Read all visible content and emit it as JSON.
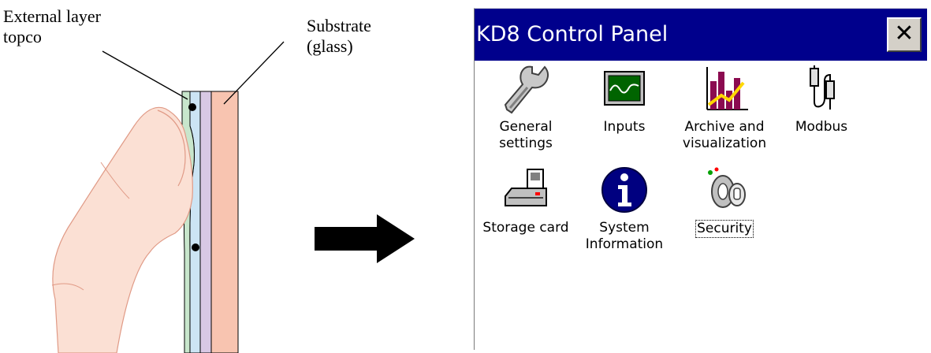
{
  "labels": {
    "external_layer": "External layer\ntopco",
    "substrate": "Substrate\n(glass)"
  },
  "panel": {
    "title": "KD8 Control Panel",
    "close_label": "✕",
    "apps": [
      {
        "label": "General\nsettings",
        "icon": "wrench-icon"
      },
      {
        "label": "Inputs",
        "icon": "monitor-icon"
      },
      {
        "label": "Archive and\nvisualization",
        "icon": "bar-chart-icon"
      },
      {
        "label": "Modbus",
        "icon": "connector-icon"
      },
      {
        "label": "Storage card",
        "icon": "card-reader-icon"
      },
      {
        "label": "System\nInformation",
        "icon": "info-icon"
      },
      {
        "label": "Security",
        "icon": "key-icon",
        "focused": true
      }
    ]
  },
  "colors": {
    "title_bar": "#00008c",
    "finger_fill": "#fbe0d4",
    "finger_stroke": "#e09a86",
    "topcoat_layer": "#c8e6cc",
    "inner_layer": "#cce4f4",
    "middle_layer": "#d8c8e4",
    "substrate_layer": "#f8c4b0"
  }
}
